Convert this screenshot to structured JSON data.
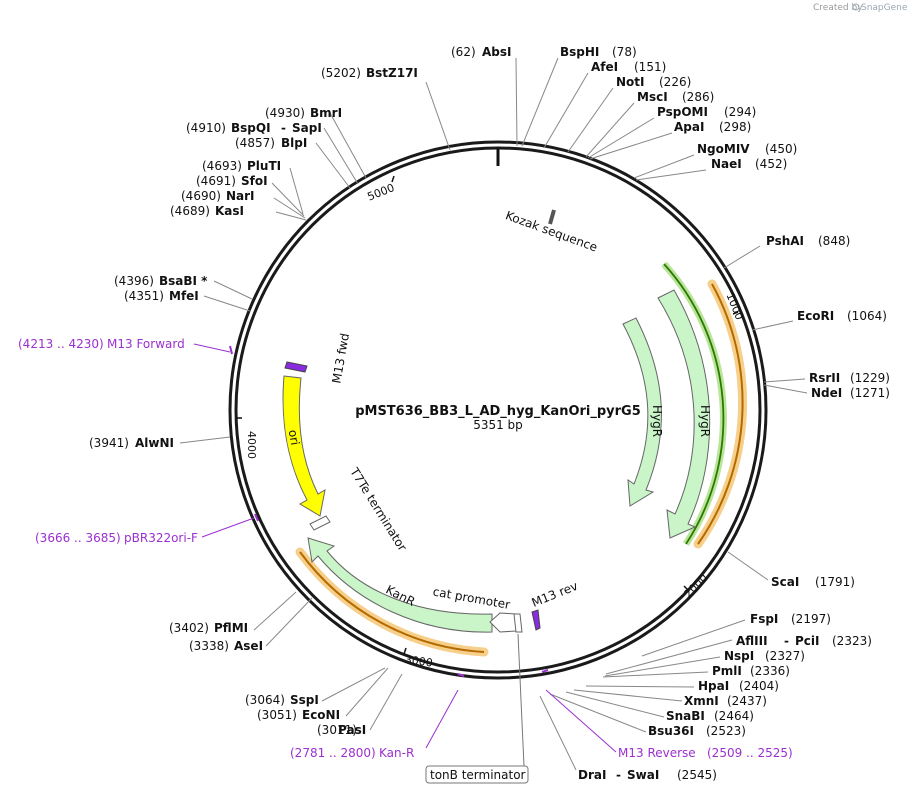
{
  "watermark": {
    "created_by": "Created by",
    "brand": "SnapGene"
  },
  "plasmid": {
    "name": "pMST636_BB3_L_AD_hyg_KanOri_pyrG5",
    "size": "5351 bp"
  },
  "ticks": [
    "1000",
    "2000",
    "3000",
    "4000",
    "5000"
  ],
  "features": {
    "kozak": "Kozak sequence",
    "hygr_inner": "HygR",
    "hygr_outer": "HygR",
    "kanr": "KanR",
    "cat_promoter": "cat promoter",
    "m13_rev": "M13 rev",
    "ori": "ori",
    "m13_fwd": "M13 fwd",
    "t7te": "T7Te terminator",
    "tonb": "tonB terminator"
  },
  "enzymes": {
    "absi": {
      "pos": "(62)",
      "name": "AbsI"
    },
    "bsphi": {
      "pos": "(78)",
      "name": "BspHI"
    },
    "afei": {
      "pos": "(151)",
      "name": "AfeI"
    },
    "noti": {
      "pos": "(226)",
      "name": "NotI"
    },
    "msci": {
      "pos": "(286)",
      "name": "MscI"
    },
    "pspomi": {
      "pos": "(294)",
      "name": "PspOMI"
    },
    "apai": {
      "pos": "(298)",
      "name": "ApaI"
    },
    "ngomiv": {
      "pos": "(450)",
      "name": "NgoMIV"
    },
    "naei": {
      "pos": "(452)",
      "name": "NaeI"
    },
    "pshai": {
      "pos": "(848)",
      "name": "PshAI"
    },
    "ecori": {
      "pos": "(1064)",
      "name": "EcoRI"
    },
    "rsrii": {
      "pos": "(1229)",
      "name": "RsrII"
    },
    "ndei": {
      "pos": "(1271)",
      "name": "NdeI"
    },
    "scai": {
      "pos": "(1791)",
      "name": "ScaI"
    },
    "fspi": {
      "pos": "(2197)",
      "name": "FspI"
    },
    "aflIII": {
      "pos": "(2323)",
      "name": "AflIII",
      "name2": "PciI"
    },
    "nspi": {
      "pos": "(2327)",
      "name": "NspI"
    },
    "pmli": {
      "pos": "(2336)",
      "name": "PmlI"
    },
    "hpai": {
      "pos": "(2404)",
      "name": "HpaI"
    },
    "xmni": {
      "pos": "(2437)",
      "name": "XmnI"
    },
    "snabi": {
      "pos": "(2464)",
      "name": "SnaBI"
    },
    "bsu36i": {
      "pos": "(2523)",
      "name": "Bsu36I"
    },
    "drai": {
      "pos": "(2545)",
      "name": "DraI",
      "name2": "SwaI"
    },
    "pasi": {
      "pos": "(3011)",
      "name": "PasI"
    },
    "ecoNI": {
      "pos": "(3051)",
      "name": "EcoNI"
    },
    "sspi": {
      "pos": "(3064)",
      "name": "SspI"
    },
    "asei": {
      "pos": "(3338)",
      "name": "AseI"
    },
    "pflmi": {
      "pos": "(3402)",
      "name": "PflMI"
    },
    "alwni": {
      "pos": "(3941)",
      "name": "AlwNI"
    },
    "mfei": {
      "pos": "(4351)",
      "name": "MfeI"
    },
    "bsabi": {
      "pos": "(4396)",
      "name": "BsaBI *"
    },
    "kasi": {
      "pos": "(4689)",
      "name": "KasI"
    },
    "nari": {
      "pos": "(4690)",
      "name": "NarI"
    },
    "sfoi": {
      "pos": "(4691)",
      "name": "SfoI"
    },
    "pluti": {
      "pos": "(4693)",
      "name": "PluTI"
    },
    "blpi": {
      "pos": "(4857)",
      "name": "BlpI"
    },
    "bspqi": {
      "pos": "(4910)",
      "name": "BspQI",
      "name2": "SapI"
    },
    "bmri": {
      "pos": "(4930)",
      "name": "BmrI"
    },
    "bstz17i": {
      "pos": "(5202)",
      "name": "BstZ17I"
    }
  },
  "primers": {
    "m13_forward": {
      "range": "(4213 .. 4230)",
      "name": "M13 Forward"
    },
    "pbr322ori_f": {
      "range": "(3666 .. 3685)",
      "name": "pBR322ori-F"
    },
    "kan_r": {
      "range": "(2781 .. 2800)",
      "name": "Kan-R"
    },
    "m13_reverse": {
      "name": "M13 Reverse",
      "range": "(2509 .. 2525)"
    }
  }
}
